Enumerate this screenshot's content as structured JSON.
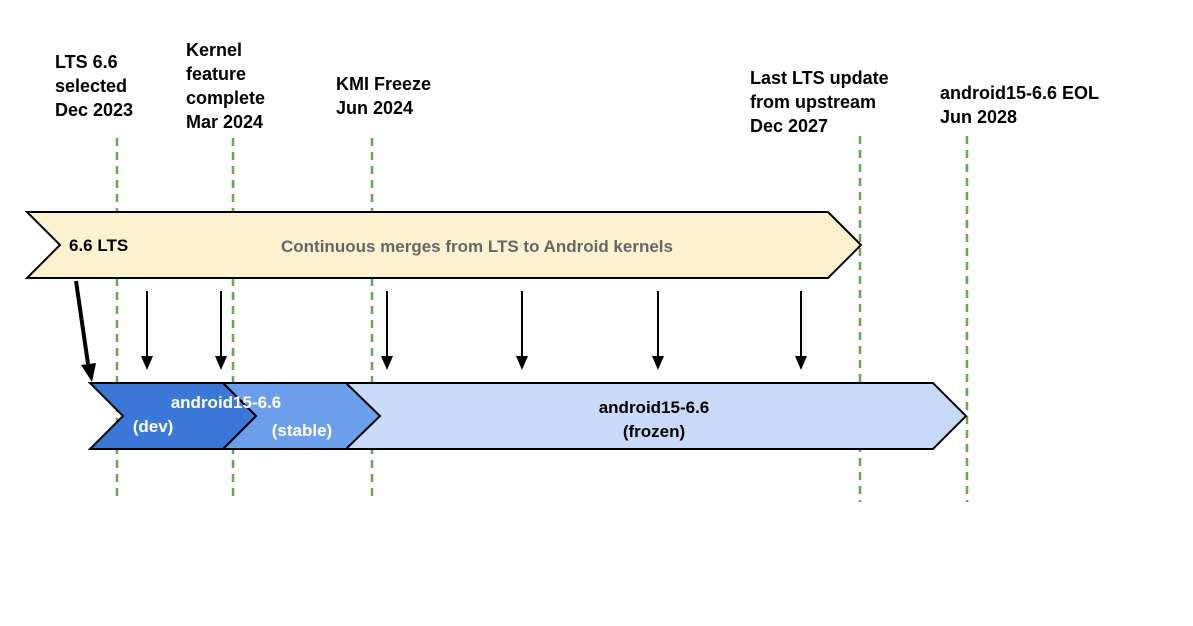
{
  "colors": {
    "guide": "#6aa84f",
    "lts_fill": "#fdf2d0",
    "lts_stroke": "#000000",
    "lts_text": "#666666",
    "dev_fill": "#3c78d8",
    "stable_fill": "#6d9eeb",
    "frozen_fill": "#c9daf8",
    "frozen_text": "#000000",
    "white_text": "#ffffff",
    "arrow": "#000000"
  },
  "milestones": [
    {
      "id": "lts-selected",
      "lines": [
        "LTS 6.6",
        "selected",
        "Dec 2023"
      ]
    },
    {
      "id": "feature-complete",
      "lines": [
        "Kernel",
        "feature",
        "complete",
        "Mar 2024"
      ]
    },
    {
      "id": "kmi-freeze",
      "lines": [
        "KMI Freeze",
        "Jun 2024"
      ]
    },
    {
      "id": "last-lts-update",
      "lines": [
        "Last LTS update",
        "from upstream",
        "Dec 2027"
      ]
    },
    {
      "id": "eol",
      "lines": [
        "android15-6.6 EOL",
        "Jun 2028"
      ]
    }
  ],
  "lts_band": {
    "name": "6.6  LTS",
    "description": "Continuous merges from LTS to Android kernels"
  },
  "android_band": {
    "branch_name": "android15-6.6",
    "dev_label": "(dev)",
    "stable_label": "(stable)",
    "frozen_name": "android15-6.6",
    "frozen_label": "(frozen)"
  }
}
